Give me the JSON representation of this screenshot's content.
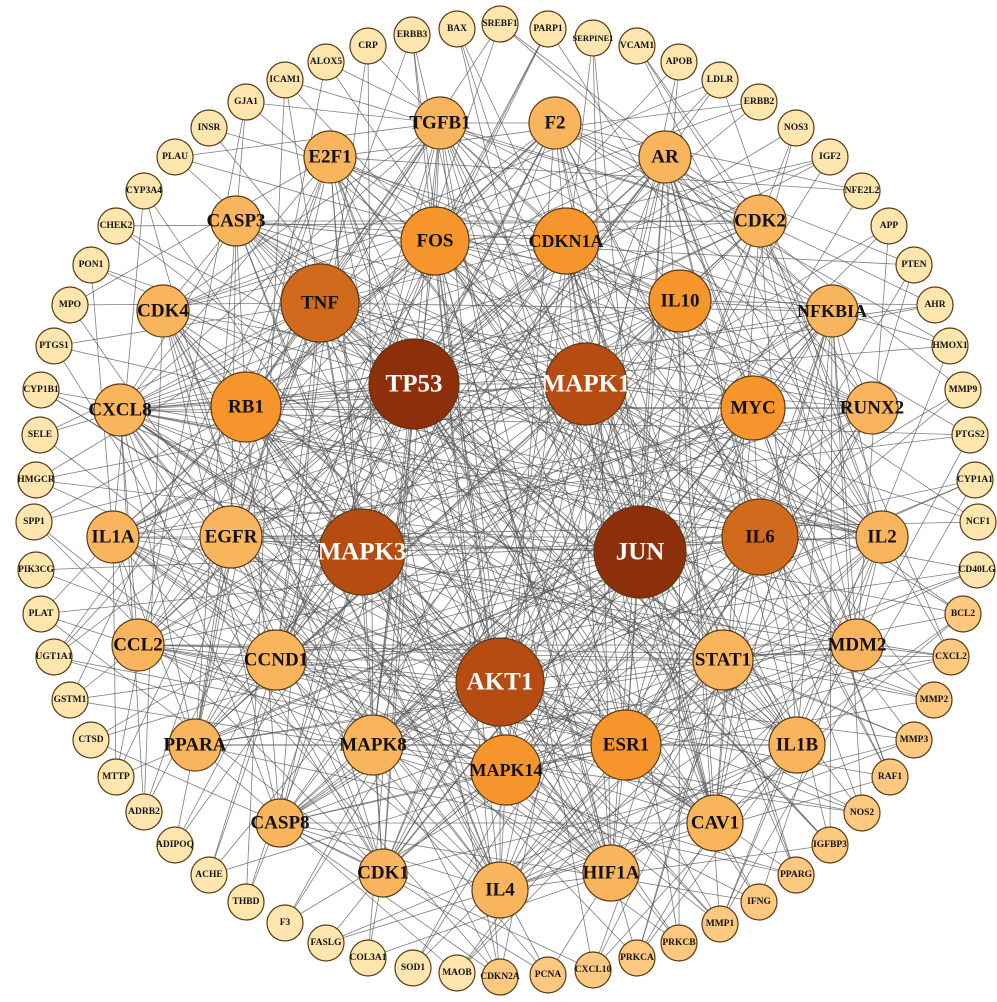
{
  "title": "Protein-protein interaction network",
  "tier_colors": {
    "t1": "#8E2F0B",
    "t2": "#B64C12",
    "t3": "#D26A1E",
    "t4": "#F5952C",
    "t5": "#F9B45E",
    "t6": "#FDC981",
    "t7": "#FFE6AE"
  },
  "nodes": [
    {
      "label": "TP53",
      "tier": "t1"
    },
    {
      "label": "JUN",
      "tier": "t1"
    },
    {
      "label": "MAPK1",
      "tier": "t2"
    },
    {
      "label": "MAPK3",
      "tier": "t2"
    },
    {
      "label": "AKT1",
      "tier": "t2"
    },
    {
      "label": "TNF",
      "tier": "t3"
    },
    {
      "label": "IL6",
      "tier": "t3"
    },
    {
      "label": "FOS",
      "tier": "t4"
    },
    {
      "label": "CDKN1A",
      "tier": "t4"
    },
    {
      "label": "RB1",
      "tier": "t4"
    },
    {
      "label": "EGFR",
      "tier": "t5"
    },
    {
      "label": "MAPK14",
      "tier": "t4"
    },
    {
      "label": "ESR1",
      "tier": "t4"
    },
    {
      "label": "MYC",
      "tier": "t4"
    },
    {
      "label": "IL10",
      "tier": "t4"
    },
    {
      "label": "TGFB1",
      "tier": "t5"
    },
    {
      "label": "F2",
      "tier": "t5"
    },
    {
      "label": "E2F1",
      "tier": "t5"
    },
    {
      "label": "AR",
      "tier": "t5"
    },
    {
      "label": "CASP3",
      "tier": "t5"
    },
    {
      "label": "CDK2",
      "tier": "t5"
    },
    {
      "label": "NFKBIA",
      "tier": "t5"
    },
    {
      "label": "CDK4",
      "tier": "t5"
    },
    {
      "label": "RUNX2",
      "tier": "t5"
    },
    {
      "label": "CXCL8",
      "tier": "t5"
    },
    {
      "label": "IL1A",
      "tier": "t5"
    },
    {
      "label": "IL2",
      "tier": "t5"
    },
    {
      "label": "CCL2",
      "tier": "t5"
    },
    {
      "label": "CCND1",
      "tier": "t5"
    },
    {
      "label": "STAT1",
      "tier": "t5"
    },
    {
      "label": "MDM2",
      "tier": "t5"
    },
    {
      "label": "PPARA",
      "tier": "t5"
    },
    {
      "label": "MAPK8",
      "tier": "t5"
    },
    {
      "label": "IL1B",
      "tier": "t5"
    },
    {
      "label": "CASP8",
      "tier": "t5"
    },
    {
      "label": "CAV1",
      "tier": "t5"
    },
    {
      "label": "CDK1",
      "tier": "t5"
    },
    {
      "label": "HIF1A",
      "tier": "t5"
    },
    {
      "label": "IL4",
      "tier": "t5"
    },
    {
      "label": "ERBB3",
      "tier": "t7"
    },
    {
      "label": "BAX",
      "tier": "t7"
    },
    {
      "label": "SREBF1",
      "tier": "t7"
    },
    {
      "label": "PARP1",
      "tier": "t7"
    },
    {
      "label": "SERPINE1",
      "tier": "t7"
    },
    {
      "label": "VCAM1",
      "tier": "t7"
    },
    {
      "label": "APOB",
      "tier": "t7"
    },
    {
      "label": "LDLR",
      "tier": "t7"
    },
    {
      "label": "ERBB2",
      "tier": "t7"
    },
    {
      "label": "NOS3",
      "tier": "t7"
    },
    {
      "label": "IGF2",
      "tier": "t7"
    },
    {
      "label": "NFE2L2",
      "tier": "t7"
    },
    {
      "label": "APP",
      "tier": "t7"
    },
    {
      "label": "PTEN",
      "tier": "t7"
    },
    {
      "label": "AHR",
      "tier": "t7"
    },
    {
      "label": "HMOX1",
      "tier": "t7"
    },
    {
      "label": "MMP9",
      "tier": "t7"
    },
    {
      "label": "PTGS2",
      "tier": "t7"
    },
    {
      "label": "CYP1A1",
      "tier": "t7"
    },
    {
      "label": "NCF1",
      "tier": "t7"
    },
    {
      "label": "CD40LG",
      "tier": "t7"
    },
    {
      "label": "BCL2",
      "tier": "t6"
    },
    {
      "label": "CXCL2",
      "tier": "t6"
    },
    {
      "label": "MMP2",
      "tier": "t6"
    },
    {
      "label": "MMP3",
      "tier": "t6"
    },
    {
      "label": "RAF1",
      "tier": "t6"
    },
    {
      "label": "NOS2",
      "tier": "t6"
    },
    {
      "label": "IGFBP3",
      "tier": "t6"
    },
    {
      "label": "PPARG",
      "tier": "t6"
    },
    {
      "label": "IFNG",
      "tier": "t6"
    },
    {
      "label": "MMP1",
      "tier": "t6"
    },
    {
      "label": "PRKCB",
      "tier": "t6"
    },
    {
      "label": "PRKCA",
      "tier": "t6"
    },
    {
      "label": "CXCL10",
      "tier": "t6"
    },
    {
      "label": "PCNA",
      "tier": "t6"
    },
    {
      "label": "CDKN2A",
      "tier": "t6"
    },
    {
      "label": "MAOB",
      "tier": "t7"
    },
    {
      "label": "SOD1",
      "tier": "t7"
    },
    {
      "label": "COL3A1",
      "tier": "t7"
    },
    {
      "label": "FASLG",
      "tier": "t7"
    },
    {
      "label": "F3",
      "tier": "t7"
    },
    {
      "label": "THBD",
      "tier": "t7"
    },
    {
      "label": "ACHE",
      "tier": "t7"
    },
    {
      "label": "ADIPOQ",
      "tier": "t7"
    },
    {
      "label": "ADRB2",
      "tier": "t7"
    },
    {
      "label": "MTTP",
      "tier": "t7"
    },
    {
      "label": "CTSD",
      "tier": "t7"
    },
    {
      "label": "GSTM1",
      "tier": "t7"
    },
    {
      "label": "UGT1A1",
      "tier": "t7"
    },
    {
      "label": "PLAT",
      "tier": "t7"
    },
    {
      "label": "PIK3CG",
      "tier": "t7"
    },
    {
      "label": "SPP1",
      "tier": "t7"
    },
    {
      "label": "HMGCR",
      "tier": "t7"
    },
    {
      "label": "SELE",
      "tier": "t7"
    },
    {
      "label": "CYP1B1",
      "tier": "t7"
    },
    {
      "label": "PTGS1",
      "tier": "t7"
    },
    {
      "label": "MPO",
      "tier": "t7"
    },
    {
      "label": "PON1",
      "tier": "t7"
    },
    {
      "label": "CHEK2",
      "tier": "t7"
    },
    {
      "label": "CYP3A4",
      "tier": "t7"
    },
    {
      "label": "PLAU",
      "tier": "t7"
    },
    {
      "label": "INSR",
      "tier": "t7"
    },
    {
      "label": "GJA1",
      "tier": "t7"
    },
    {
      "label": "ICAM1",
      "tier": "t7"
    },
    {
      "label": "ALOX5",
      "tier": "t7"
    },
    {
      "label": "CRP",
      "tier": "t7"
    }
  ]
}
